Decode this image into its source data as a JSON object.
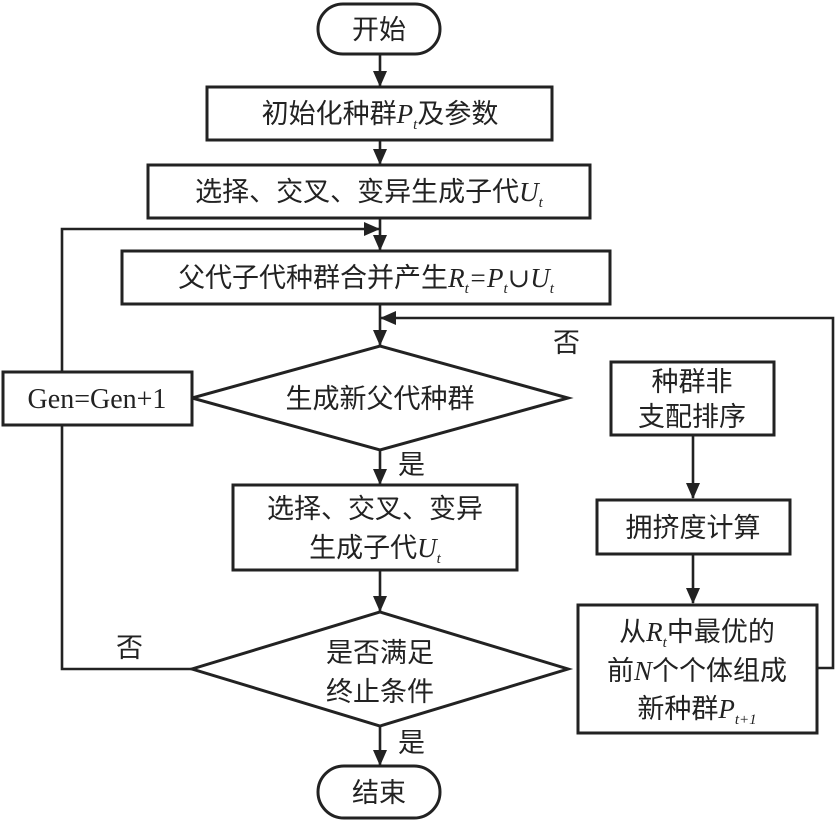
{
  "title": "NSGA-II flowchart",
  "nodes": {
    "start": {
      "text": "开始"
    },
    "init": {
      "prefix": "初始化种群",
      "math": "P",
      "sub": "t",
      "suffix": "及参数"
    },
    "offspring1": {
      "prefix": "选择、交叉、变异生成子代",
      "math": "U",
      "sub": "t"
    },
    "merge": {
      "prefix": "父代子代种群合并产生",
      "m1": "R",
      "s1": "t",
      "eq": "=",
      "m2": "P",
      "s2": "t",
      "union": "∪",
      "m3": "U",
      "s3": "t"
    },
    "decision_new_parent": {
      "text": "生成新父代种群"
    },
    "offspring2": {
      "line1": "选择、交叉、变异",
      "line2_prefix": "生成子代",
      "math": "U",
      "sub": "t"
    },
    "decision_terminate": {
      "line1": "是否满足",
      "line2": "终止条件"
    },
    "end": {
      "text": "结束"
    },
    "gen_increment": {
      "text": "Gen=Gen+1"
    },
    "nondominated_sort": {
      "line1": "种群非",
      "line2": "支配排序"
    },
    "crowding": {
      "text": "拥挤度计算"
    },
    "select_best": {
      "line1_prefix": "从",
      "line1_math": "R",
      "line1_sub": "t",
      "line1_suffix": "中最优的",
      "line2_prefix": "前",
      "line2_math": "N",
      "line2_suffix": "个个体组成",
      "line3_prefix": "新种群",
      "line3_math": "P",
      "line3_sub": "t+1"
    }
  },
  "edge_labels": {
    "yes_1": "是",
    "no_1": "否",
    "yes_2": "是",
    "no_2": "否"
  }
}
